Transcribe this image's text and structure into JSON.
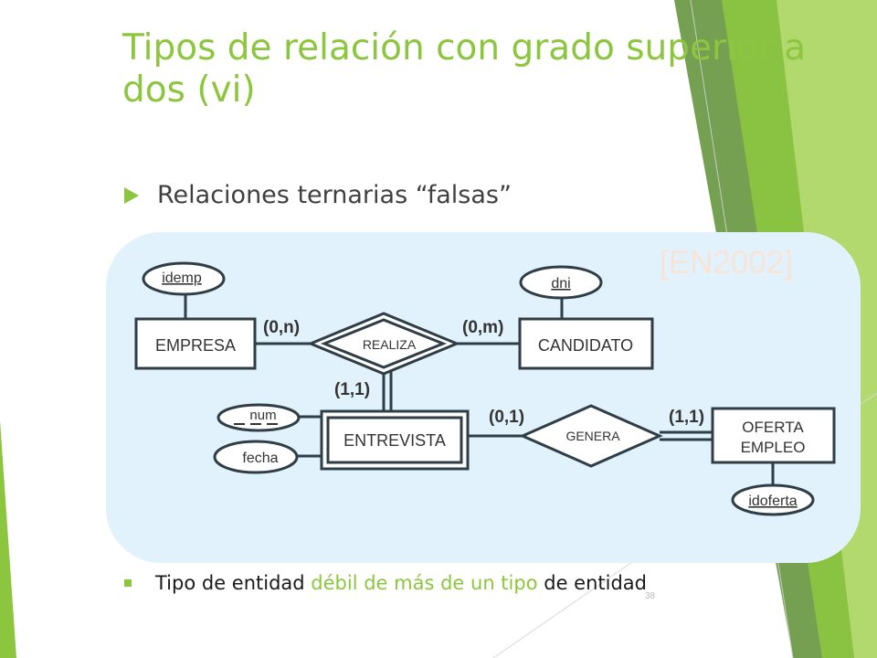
{
  "slide": {
    "title": "Tipos de relación con grado superior a dos (vi)",
    "bullet_main": "Relaciones ternarias “falsas”",
    "reference": "[EN2002]",
    "bullet_bottom": {
      "part1": "Tipo de entidad ",
      "part2": "débil de más de un tipo",
      "part3": " de entidad"
    },
    "page_number": "38",
    "colors": {
      "accent": "#8cc63f",
      "panel": "#e1f2fc",
      "line": "#2f3d46"
    }
  },
  "diagram": {
    "entities": {
      "empresa": "EMPRESA",
      "candidato": "CANDIDATO",
      "entrevista": "ENTREVISTA",
      "oferta_line1": "OFERTA",
      "oferta_line2": "EMPLEO"
    },
    "relationships": {
      "realiza": "REALIZA",
      "genera": "GENERA"
    },
    "attributes": {
      "idemp": "idemp",
      "dni": "dni",
      "num": "num",
      "fecha": "fecha",
      "idoferta": "idoferta"
    },
    "cardinalities": {
      "empresa_realiza": "(0,n)",
      "candidato_realiza": "(0,m)",
      "realiza_entrevista": "(1,1)",
      "entrevista_genera": "(0,1)",
      "oferta_genera": "(1,1)"
    }
  }
}
